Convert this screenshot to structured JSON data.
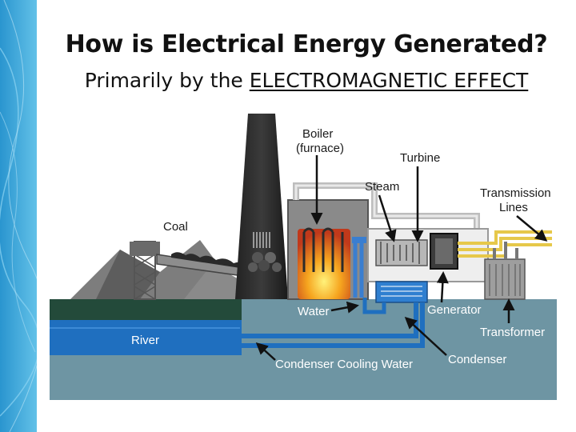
{
  "slide": {
    "title": "How is Electrical Energy Generated?",
    "subtitle_prefix": "Primarily by the ",
    "subtitle_emphasis": "ELECTROMAGNETIC EFFECT"
  },
  "diagram": {
    "labels": {
      "boiler_line1": "Boiler",
      "boiler_line2": "(furnace)",
      "turbine": "Turbine",
      "steam": "Steam",
      "transmission_line1": "Transmission",
      "transmission_line2": "Lines",
      "coal": "Coal",
      "water": "Water",
      "generator": "Generator",
      "transformer": "Transformer",
      "river": "River",
      "condenser": "Condenser",
      "condenser_cooling_water": "Condenser Cooling Water"
    },
    "colors": {
      "river": "#1f6fbf",
      "ground": "#6e95a3",
      "grass": "#234a3a",
      "fire": "#f4a21e",
      "steam_pipe": "#d9d9d9",
      "transmission": "#e6c84a",
      "sidebar": "#3aa7d8"
    }
  }
}
